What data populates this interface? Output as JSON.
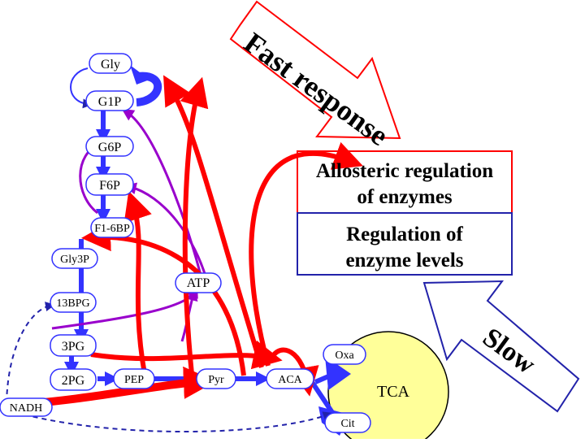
{
  "metabolites": {
    "gly": "Gly",
    "g1p": "G1P",
    "g6p": "G6P",
    "f6p": "F6P",
    "f16bp": "F1-6BP",
    "gly3p": "Gly3P",
    "bpg13": "13BPG",
    "pg3": "3PG",
    "pg2": "2PG",
    "pep": "PEP",
    "pyr": "Pyr",
    "aca": "ACA",
    "nadh": "NADH",
    "atp": "ATP",
    "oxa": "Oxa",
    "cit": "Cit",
    "tca": "TCA"
  },
  "fast_arrow": {
    "label": "Fast response"
  },
  "slow_arrow": {
    "label": "Slow"
  },
  "regulation": {
    "allosteric_line1": "Allosteric regulation",
    "allosteric_line2": "of enzymes",
    "enzyme_line1": "Regulation of",
    "enzyme_line2": "enzyme levels"
  },
  "colors": {
    "red": "#ff0000",
    "blue": "#3333ff",
    "purple": "#9900cc",
    "navy": "#2222aa",
    "tca_fill": "#ffff99"
  }
}
